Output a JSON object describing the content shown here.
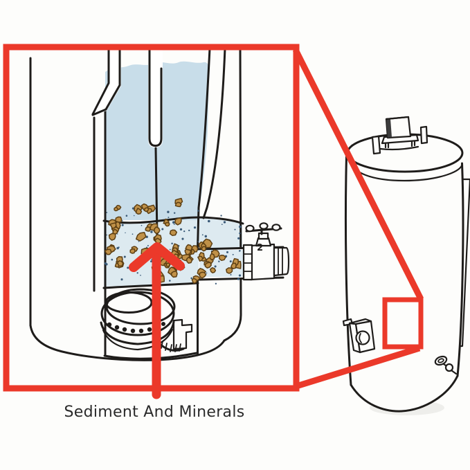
{
  "caption": {
    "label": "Sediment And Minerals"
  },
  "diagram": {
    "drain_valve_marking": "2",
    "magnified_view_icons": [
      "water",
      "sediment-particles",
      "dip-tube",
      "anode-rod",
      "drain-valve",
      "burner-assembly"
    ],
    "annotation_icons": [
      "zoom-box",
      "zoom-connector-lines",
      "zoom-target-box",
      "up-arrow"
    ]
  },
  "colors": {
    "accent_red": "#eb392a",
    "line_ink": "#1e1c1a",
    "water_blue": "#c8dde9",
    "speckle_blue": "#3a5a78",
    "sediment_fill": "#c09148",
    "sediment_outline": "#5d3f13",
    "background": "#fdfdfb",
    "caption_text": "#2a2a2a"
  }
}
